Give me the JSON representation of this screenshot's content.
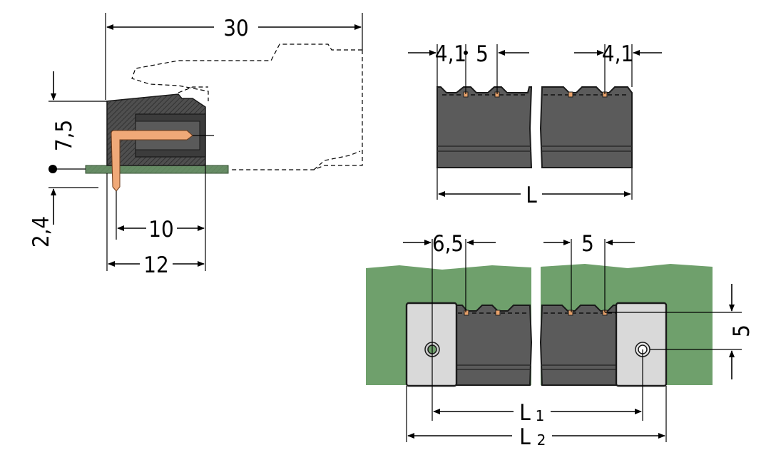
{
  "side_view": {
    "dim_overall_length": "30",
    "dim_height": "7,5",
    "dim_pin_below": "2,4",
    "dim_pin_to_edge": "10",
    "dim_body_depth": "12"
  },
  "top_view": {
    "dim_end_offset_left": "4,1",
    "dim_pitch": "5",
    "dim_end_offset_right": "4,1",
    "dim_length": "L"
  },
  "flange_view": {
    "dim_flange_offset": "6,5",
    "dim_pitch": "5",
    "dim_vertical": "5",
    "dim_l1_base": "L",
    "dim_l1_sub": "1",
    "dim_l2_base": "L",
    "dim_l2_sub": "2"
  },
  "colors": {
    "housing": "#5b5b5b",
    "pcb": "#6fa06c",
    "pin": "#f0a978",
    "flange": "#d9d9d9"
  }
}
